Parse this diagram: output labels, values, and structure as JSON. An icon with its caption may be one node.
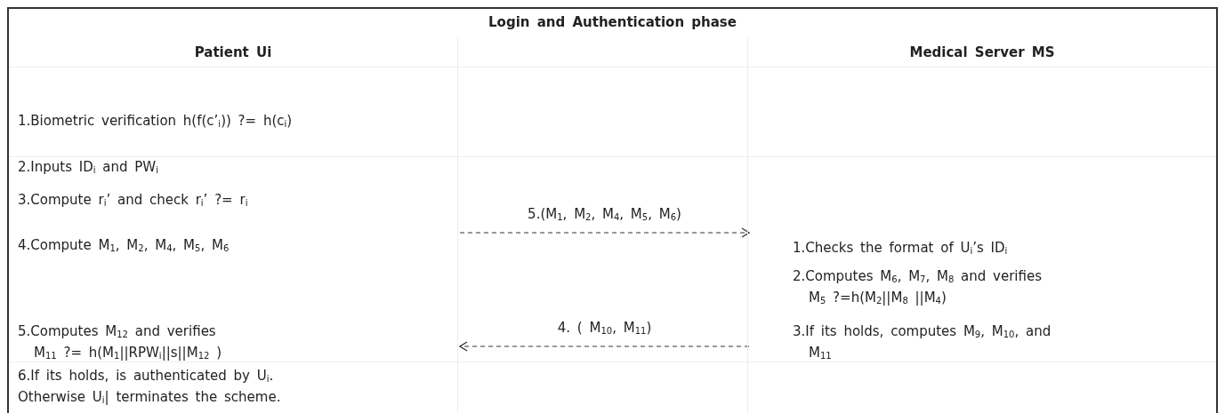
{
  "diagram": {
    "title": "Login and Authentication phase",
    "nodes": [
      {
        "text": [
          "Patient Ui"
        ]
      },
      {
        "text": [
          "1.Biometric verification h(f(c’$_{i}$)) ?= h(c$_{i}$)"
        ],
        "in": 0
      },
      {
        "text": [
          "2.Inputs ID$_{i}$ and PW$_{i}$"
        ],
        "in": 0
      },
      {
        "text": [
          "3.Compute r$_{i}$’ and check r$_{i}$’ ?= r$_{i}$"
        ],
        "in": 0
      },
      {
        "text": [
          "4.Compute M$_{1}$, M$_{2}$, M$_{4}$, M$_{5}$, M$_{6}$"
        ],
        "in": 0
      },
      {
        "text": [
          "5.Computes  M$_{12}$ and verifies M$_{11}$ ?= h(M$_{1}$||RPW$_{i}$||s||M$_{12}$ )"
        ],
        "in": 0
      },
      {
        "text": [
          "6.If its holds, is authenticated by U$_{i}$. Otherwise U$_{i}$| terminates the scheme."
        ],
        "in": 0
      },
      {
        "text": [
          "Medical Server MS"
        ]
      },
      {
        "text": [
          "1.Checks the format of U$_{i}$’s ID$_{i}$"
        ],
        "in": 7
      },
      {
        "text": [
          "2.Computes M$_{6}$, M$_{7}$, M$_{8}$ and verifies M$_{5}$ ?=h(M$_{2}$||M$_{8}$ ||M$_{4}$)"
        ],
        "in": 7
      },
      {
        "text": [
          "3.If its holds, computes M$_{9}$, M$_{10}$, and M$_{11}$"
        ],
        "in": 7
      }
    ],
    "edges": [
      {
        "from": 0,
        "to": 7,
        "arrow": "to",
        "label": "5.(M$_{1}$, M$_{2}$, M$_{4}$, M$_{5}$, M$_{6}$)",
        "style": "dashed"
      },
      {
        "from": 7,
        "to": 0,
        "arrow": "to",
        "label": "4. ( M$_{10}$, M$_{11}$)",
        "style": "dashed"
      }
    ]
  }
}
